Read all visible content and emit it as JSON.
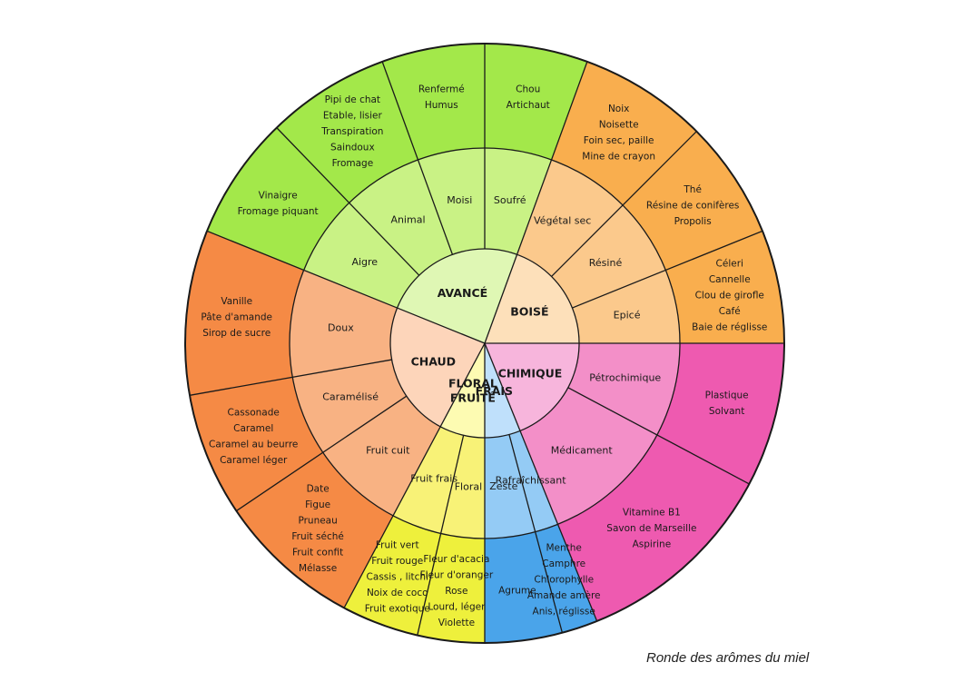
{
  "caption": "Ronde des arômes du miel",
  "families": [
    {
      "name": [
        "AVANCÉ"
      ],
      "colors": {
        "inner": "#dff7b4",
        "middle": "#c9f285",
        "outer": "#a3e84a"
      },
      "categories": [
        {
          "name": [
            "Aigre"
          ],
          "descriptors": [
            "Vinaigre",
            "Fromage piquant"
          ]
        },
        {
          "name": [
            "Animal"
          ],
          "descriptors": [
            "Pipi de chat",
            "Etable, lisier",
            "Transpiration",
            "Saindoux",
            "Fromage"
          ]
        },
        {
          "name": [
            "Moisi"
          ],
          "descriptors": [
            "Renfermé",
            "Humus"
          ]
        },
        {
          "name": [
            "Soufré"
          ],
          "descriptors": [
            "Chou",
            "Artichaut"
          ]
        }
      ]
    },
    {
      "name": [
        "BOISÉ"
      ],
      "colors": {
        "inner": "#fde0ba",
        "middle": "#fbc98c",
        "outer": "#f9ae4e"
      },
      "categories": [
        {
          "name": [
            "Végétal sec"
          ],
          "descriptors": [
            "Noix",
            "Noisette",
            "Foin sec, paille",
            "Mine de crayon"
          ]
        },
        {
          "name": [
            "Résiné"
          ],
          "descriptors": [
            "Thé",
            "Résine de conifères",
            "Propolis"
          ]
        },
        {
          "name": [
            "Epicé"
          ],
          "descriptors": [
            "Céleri",
            "Cannelle",
            "Clou de girofle",
            "Café",
            "Baie de réglisse"
          ]
        }
      ]
    },
    {
      "name": [
        "CHIMIQUE"
      ],
      "colors": {
        "inner": "#f7b5dc",
        "middle": "#f38fc8",
        "outer": "#ee5ab0"
      },
      "categories": [
        {
          "name": [
            "Pétrochimique"
          ],
          "descriptors": [
            "Plastique",
            "Solvant"
          ]
        },
        {
          "name": [
            "Médicament"
          ],
          "descriptors": [
            "Vitamine B1",
            "Savon de Marseille",
            "Aspirine"
          ]
        }
      ]
    },
    {
      "name": [
        "FRAIS"
      ],
      "colors": {
        "inner": "#bfe0fb",
        "middle": "#94cbf5",
        "outer": "#4aa4ea"
      },
      "categories": [
        {
          "name": [
            "Rafraîchissant"
          ],
          "descriptors": [
            "Menthe",
            "Camphre",
            "Chlorophylle",
            "Amande amère",
            "Anis, réglisse"
          ]
        },
        {
          "name": [
            "Zeste"
          ],
          "descriptors": [
            "Agrume"
          ]
        }
      ]
    },
    {
      "name": [
        "FLORAL",
        "FRUITÉ"
      ],
      "colors": {
        "inner": "#fdfbb2",
        "middle": "#f8f277",
        "outer": "#eef03c"
      },
      "categories": [
        {
          "name": [
            "Floral"
          ],
          "descriptors": [
            "Fleur d'acacia",
            "Fleur d'oranger",
            "Rose",
            "Lourd, léger",
            "Violette"
          ]
        },
        {
          "name": [
            "Fruit frais"
          ],
          "descriptors": [
            "Fruit vert",
            "Fruit rouge",
            "Cassis , litchi",
            "Noix de coco",
            "Fruit exotique"
          ]
        }
      ]
    },
    {
      "name": [
        "CHAUD"
      ],
      "colors": {
        "inner": "#fdd5ba",
        "middle": "#f8b283",
        "outer": "#f58a45"
      },
      "categories": [
        {
          "name": [
            "Fruit cuit"
          ],
          "descriptors": [
            "Date",
            "Figue",
            "Pruneau",
            "Fruit séché",
            "Fruit confit",
            "Mélasse"
          ]
        },
        {
          "name": [
            "Caramélisé"
          ],
          "descriptors": [
            "Cassonade",
            "Caramel",
            "Caramel au beurre",
            "Caramel léger"
          ]
        },
        {
          "name": [
            "Doux"
          ],
          "descriptors": [
            "Vanille",
            "Pâte d'amande",
            "Sirop de sucre"
          ]
        }
      ]
    }
  ]
}
